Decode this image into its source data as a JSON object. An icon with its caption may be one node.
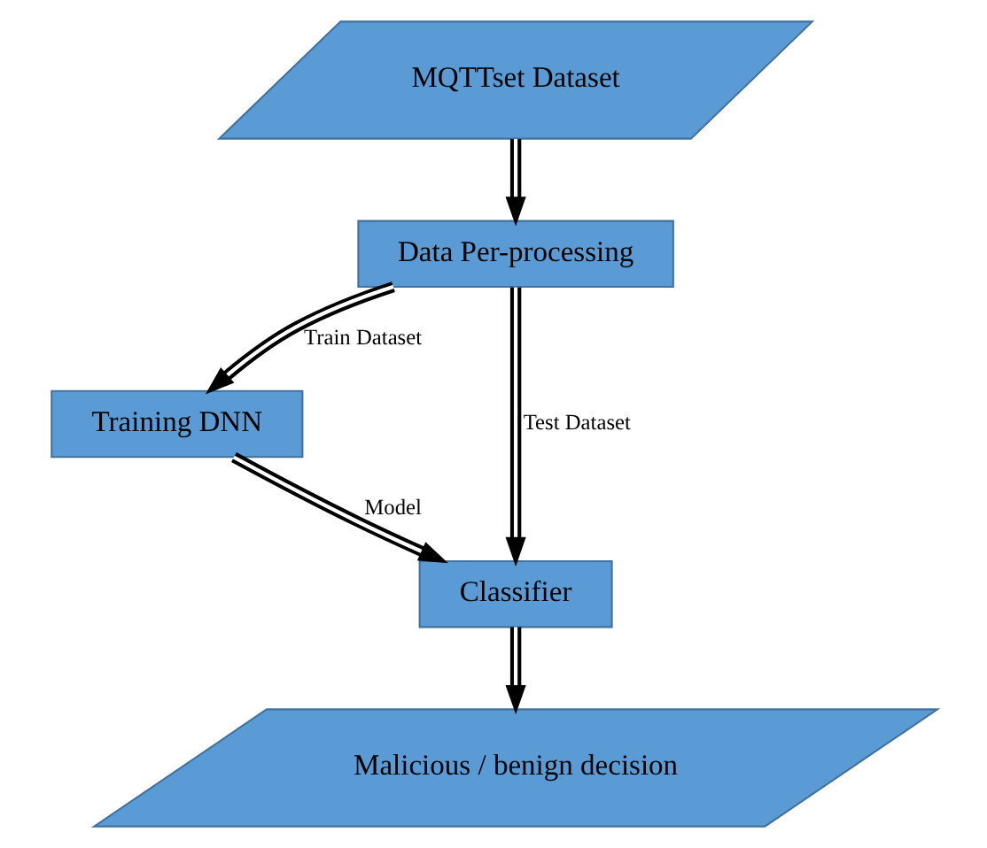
{
  "diagram": {
    "nodes": [
      {
        "text": [
          "MQTTset Dataset"
        ]
      },
      {
        "text": [
          "Data Per-processing"
        ]
      },
      {
        "text": [
          "Training DNN"
        ]
      },
      {
        "text": [
          "Classifier"
        ]
      },
      {
        "text": [
          "Malicious / benign decision"
        ]
      }
    ],
    "edges": [
      {
        "from": 0,
        "to": 1,
        "arrow": "to"
      },
      {
        "from": 1,
        "to": 2,
        "arrow": "to",
        "label": "Train Dataset"
      },
      {
        "from": 1,
        "to": 3,
        "arrow": "to",
        "label": "Test Dataset"
      },
      {
        "from": 2,
        "to": 3,
        "arrow": "to",
        "label": "Model"
      },
      {
        "from": 3,
        "to": 4,
        "arrow": "to"
      }
    ]
  }
}
